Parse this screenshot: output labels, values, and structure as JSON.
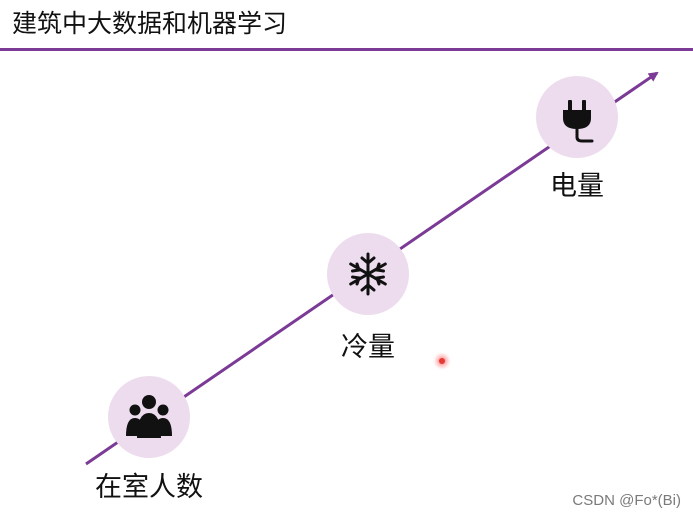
{
  "title": "建筑中大数据和机器学习",
  "colors": {
    "accent": "#7b3a96",
    "node_fill": "#eddcee",
    "icon": "#111111",
    "pointer": "#e53935"
  },
  "nodes": [
    {
      "label": "在室人数",
      "icon": "people-group-icon"
    },
    {
      "label": "冷量",
      "icon": "snowflake-icon"
    },
    {
      "label": "电量",
      "icon": "power-plug-icon"
    }
  ],
  "watermark": "CSDN @Fo*(Bi)"
}
